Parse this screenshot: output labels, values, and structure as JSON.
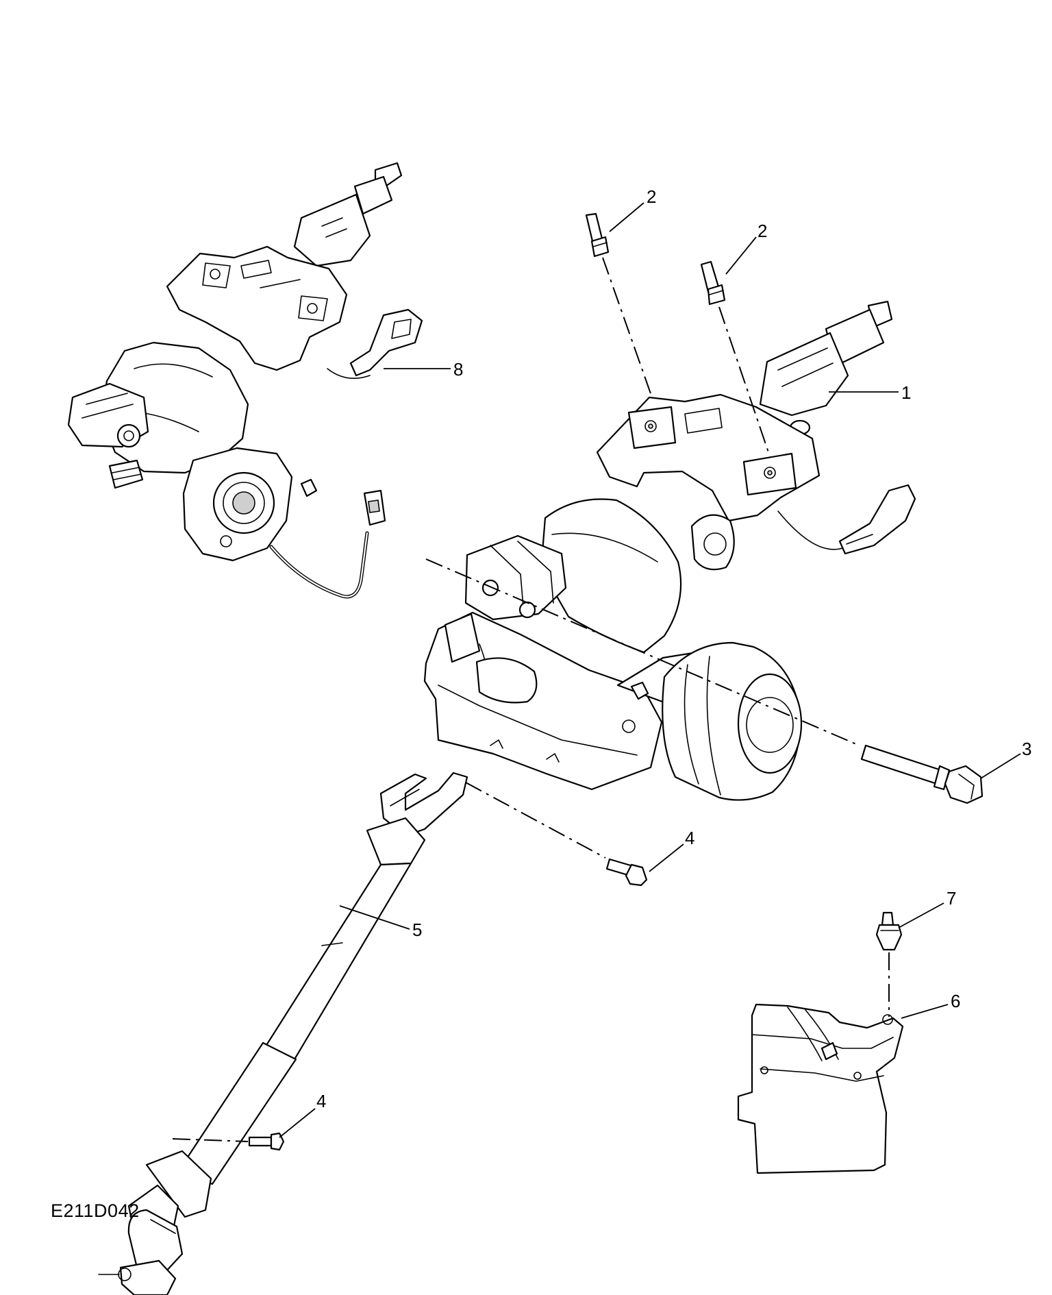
{
  "figure_code": "E211D042",
  "callouts": {
    "c1": "1",
    "c2a": "2",
    "c2b": "2",
    "c3": "3",
    "c4a": "4",
    "c4b": "4",
    "c5": "5",
    "c6": "6",
    "c7": "7",
    "c8": "8"
  },
  "colors": {
    "line": "#000000",
    "background": "#ffffff"
  }
}
